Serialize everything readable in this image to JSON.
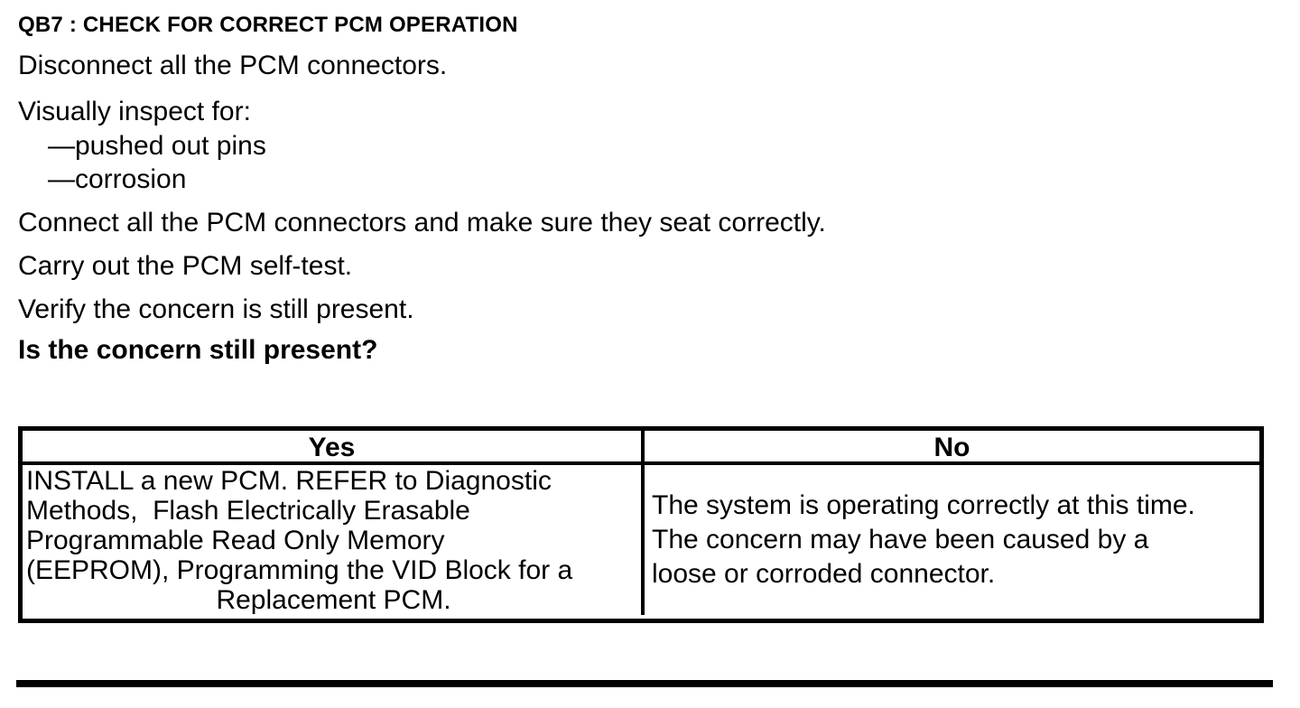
{
  "procedure": {
    "title": "QB7 : CHECK FOR CORRECT PCM OPERATION",
    "step_disconnect": "Disconnect all the PCM connectors.",
    "inspect_label": "Visually inspect for:",
    "inspect_items": [
      "—pushed out pins",
      "—corrosion"
    ],
    "step_connect": "Connect all the PCM connectors and make sure they seat correctly.",
    "step_selftest": "Carry out the PCM self-test.",
    "step_verify": "Verify the concern is still present.",
    "question": "Is the concern still present?"
  },
  "result_table": {
    "yes_header": "Yes",
    "no_header": "No",
    "yes_lines": [
      "INSTALL a new PCM. REFER to Diagnostic",
      "Methods,  Flash Electrically Erasable",
      "Programmable Read Only Memory",
      "(EEPROM), Programming the VID Block for a",
      "Replacement PCM."
    ],
    "no_lines": [
      "The system is operating correctly at this time.",
      "The concern may have been caused by a",
      "loose or corroded connector."
    ]
  },
  "colors": {
    "ink": "#000000",
    "paper": "#ffffff"
  }
}
